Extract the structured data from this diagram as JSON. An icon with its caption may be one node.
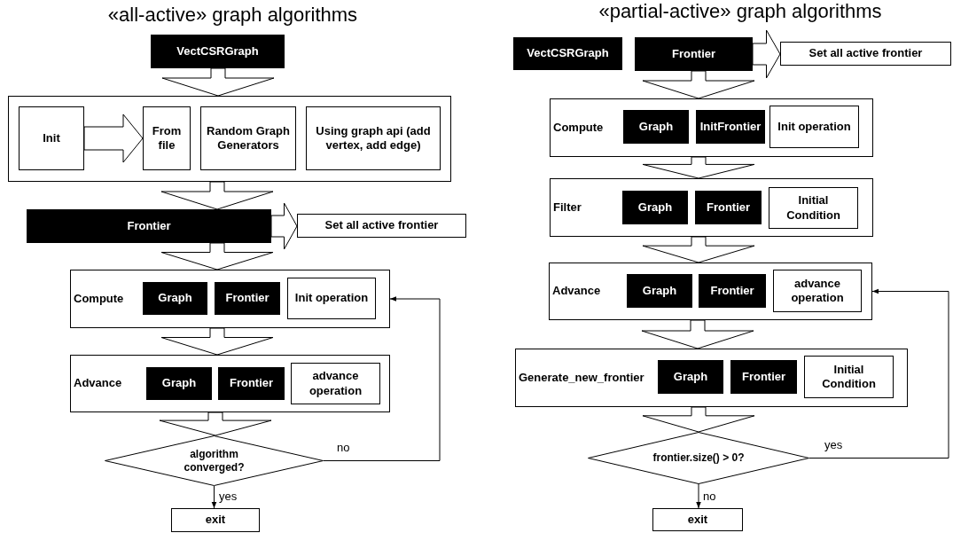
{
  "diagram": {
    "nodes": [
      {
        "text": [
          "VectCSRGraph"
        ]
      },
      {
        "text": [],
        "shape": "box"
      },
      {
        "text": [
          "Init"
        ],
        "in": 1
      },
      {
        "text": [
          "From file"
        ],
        "in": 1
      },
      {
        "text": [
          "Random Graph Generators"
        ],
        "in": 1
      },
      {
        "text": [
          "Using graph api (add vertex, add edge)"
        ],
        "in": 1
      },
      {
        "text": [
          "Frontier"
        ]
      },
      {
        "text": [
          "Set all active frontier"
        ]
      },
      {
        "text": [
          "Compute"
        ]
      },
      {
        "text": [
          "Graph"
        ],
        "in": 8
      },
      {
        "text": [
          "Frontier"
        ],
        "in": 8
      },
      {
        "text": [
          "Init operation"
        ],
        "in": 8
      },
      {
        "text": [
          "Advance"
        ]
      },
      {
        "text": [
          "Graph"
        ],
        "in": 12
      },
      {
        "text": [
          "Frontier"
        ],
        "in": 12
      },
      {
        "text": [
          "advance operation"
        ],
        "in": 12
      },
      {
        "text": [
          "algorithm converged?"
        ]
      },
      {
        "text": [
          "exit"
        ]
      },
      {
        "text": [
          "VectCSRGraph"
        ]
      },
      {
        "text": [
          "Frontier"
        ]
      },
      {
        "text": [
          "Set all active frontier"
        ]
      },
      {
        "text": [
          "Compute"
        ]
      },
      {
        "text": [
          "Graph"
        ],
        "in": 21
      },
      {
        "text": [
          "InitFrontier"
        ],
        "in": 21
      },
      {
        "text": [
          "Init operation"
        ],
        "in": 21
      },
      {
        "text": [
          "Filter"
        ]
      },
      {
        "text": [
          "Graph"
        ],
        "in": 25
      },
      {
        "text": [
          "Frontier"
        ],
        "in": 25
      },
      {
        "text": [
          "Initial Condition"
        ],
        "in": 25
      },
      {
        "text": [
          "Advance"
        ]
      },
      {
        "text": [
          "Graph"
        ],
        "in": 29
      },
      {
        "text": [
          "Frontier"
        ],
        "in": 29
      },
      {
        "text": [
          "advance operation"
        ],
        "in": 29
      },
      {
        "text": [
          "Generate_new_frontier"
        ]
      },
      {
        "text": [
          "Graph"
        ],
        "in": 33
      },
      {
        "text": [
          "Frontier"
        ],
        "in": 33
      },
      {
        "text": [
          "Initial Condition"
        ],
        "in": 33
      },
      {
        "text": [
          "frontier.size() > 0?"
        ]
      },
      {
        "text": [
          "exit"
        ]
      }
    ],
    "edges": [
      {
        "from": 0,
        "to": 1,
        "arrow": "to",
        "style": "thick"
      },
      {
        "from": 2,
        "to": 3,
        "arrow": "to",
        "style": "thick"
      },
      {
        "from": 1,
        "to": 6,
        "arrow": "to",
        "style": "thick"
      },
      {
        "from": 6,
        "to": 7,
        "arrow": "to",
        "style": "thick"
      },
      {
        "from": 6,
        "to": 8,
        "arrow": "to",
        "style": "thick"
      },
      {
        "from": 8,
        "to": 12,
        "arrow": "to",
        "style": "thick"
      },
      {
        "from": 12,
        "to": 16,
        "arrow": "to",
        "style": "thick"
      },
      {
        "from": 16,
        "to": 17,
        "arrow": "to",
        "label": "yes"
      },
      {
        "from": 16,
        "to": 8,
        "arrow": "to",
        "label": "no"
      },
      {
        "from": 19,
        "to": 20,
        "arrow": "to",
        "style": "thick"
      },
      {
        "from": 19,
        "to": 21,
        "arrow": "to",
        "style": "thick"
      },
      {
        "from": 21,
        "to": 25,
        "arrow": "to",
        "style": "thick"
      },
      {
        "from": 25,
        "to": 29,
        "arrow": "to",
        "style": "thick"
      },
      {
        "from": 29,
        "to": 33,
        "arrow": "to",
        "style": "thick"
      },
      {
        "from": 33,
        "to": 37,
        "arrow": "to",
        "style": "thick"
      },
      {
        "from": 37,
        "to": 38,
        "arrow": "to",
        "label": "no"
      },
      {
        "from": 37,
        "to": 29,
        "arrow": "to",
        "label": "yes"
      }
    ],
    "labels": [
      "«all-active» graph algorithms",
      "«partial-active» graph algorithms"
    ]
  }
}
